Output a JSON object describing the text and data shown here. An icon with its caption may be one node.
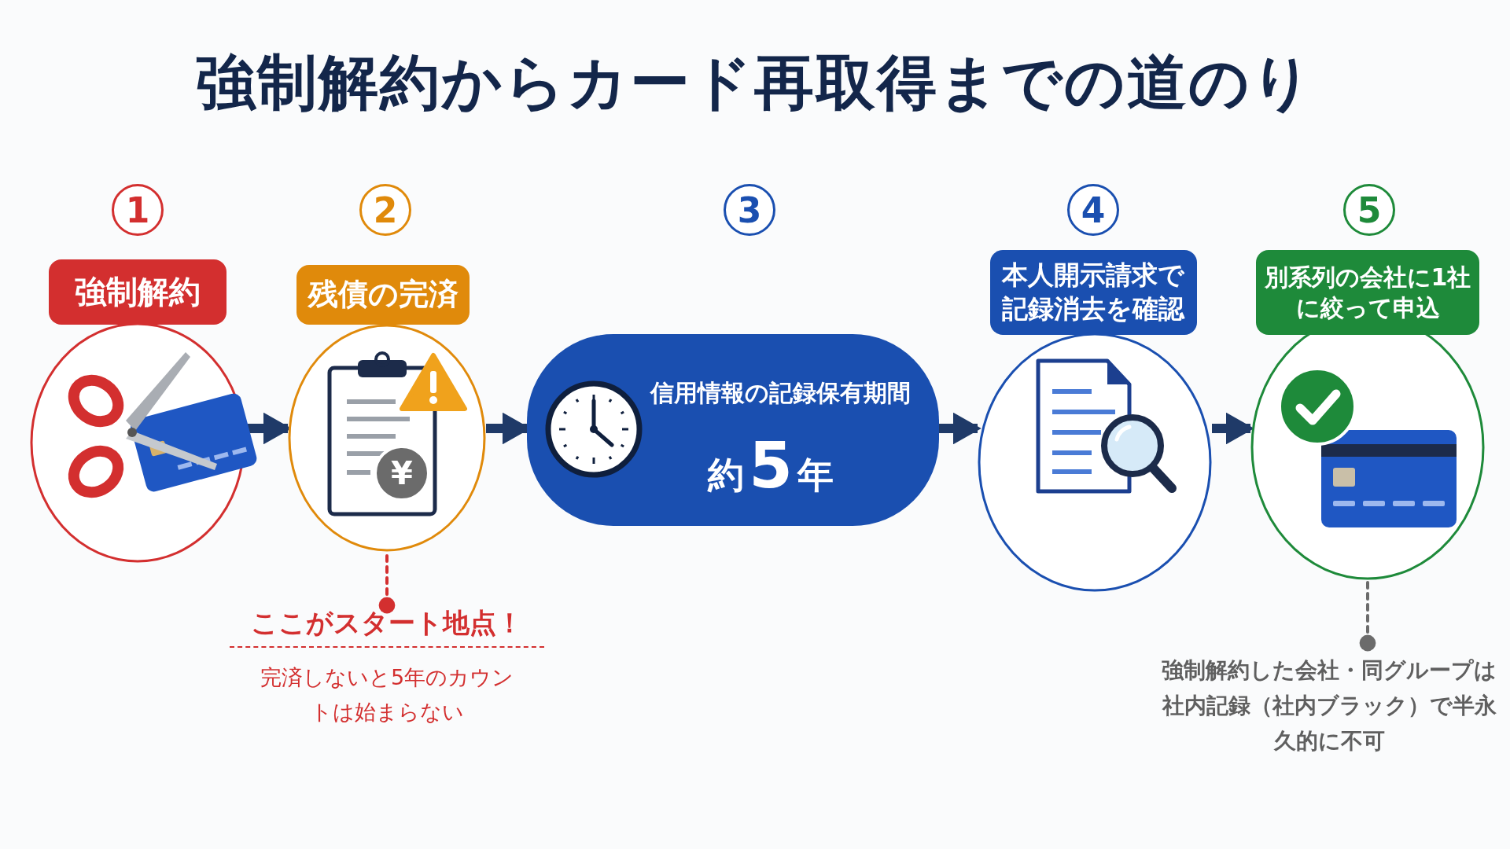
{
  "diagram": {
    "title": "強制解約からカード再取得までの道のり",
    "nodes": [
      {
        "text": [
          "強制解約"
        ]
      },
      {
        "text": [
          "残債の完済"
        ]
      },
      {
        "text": [
          "信用情報の記録保有期間",
          "約5年"
        ]
      },
      {
        "text": [
          "本人開示請求で記録消去を確認"
        ]
      },
      {
        "text": [
          "別系列の会社に1社に絞って申込"
        ]
      },
      {
        "text": [
          "ここがスタート地点！",
          "完済しないと5年のカウントは始まらない"
        ]
      },
      {
        "text": [
          "強制解約した会社・同グループは社内記録（社内ブラック）で半永久的に不可"
        ]
      }
    ],
    "edges": [
      {
        "from": 0,
        "to": 1,
        "arrow": "to"
      },
      {
        "from": 1,
        "to": 2,
        "arrow": "to"
      },
      {
        "from": 2,
        "to": 3,
        "arrow": "to"
      },
      {
        "from": 3,
        "to": 4,
        "arrow": "to"
      },
      {
        "from": 5,
        "to": 1,
        "arrow": "other",
        "style": "dashed",
        "color": "#d32f2f"
      },
      {
        "from": 6,
        "to": 4,
        "arrow": "other",
        "style": "dashed",
        "color": "#6b6b6b"
      }
    ],
    "labels": [
      "1",
      "2",
      "3",
      "4",
      "5",
      "¥"
    ]
  }
}
